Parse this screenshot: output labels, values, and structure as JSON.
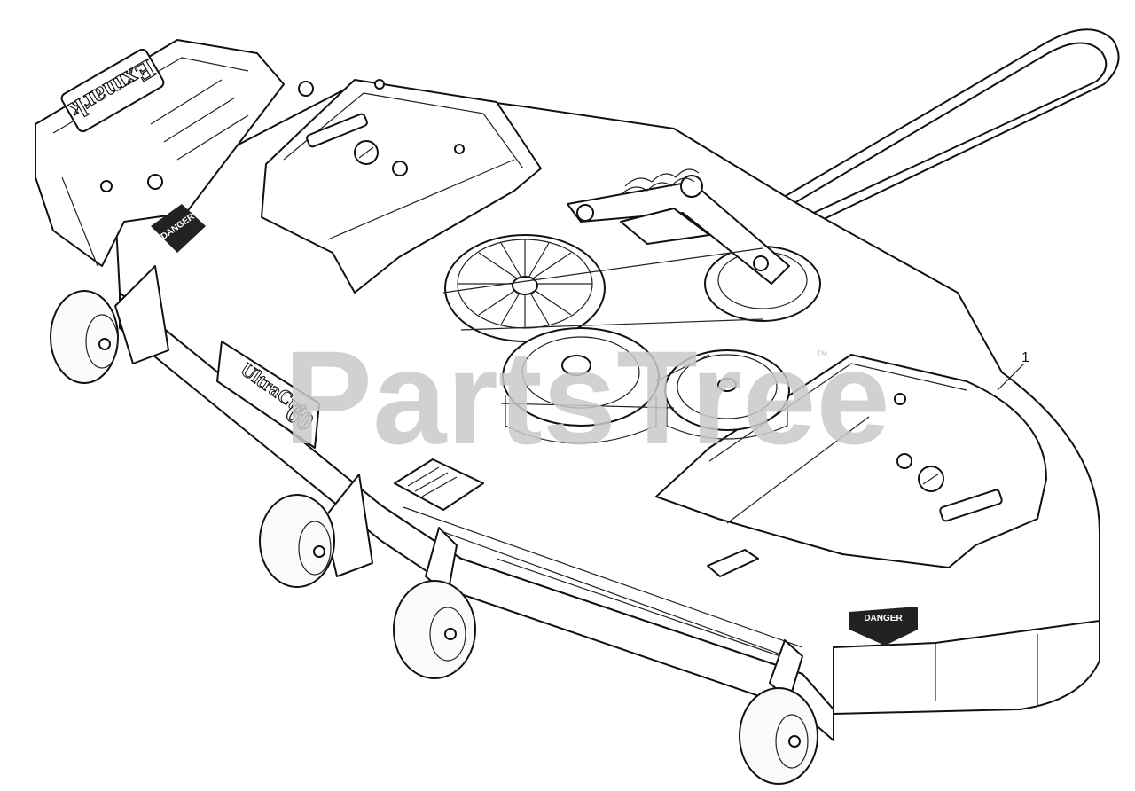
{
  "diagram": {
    "callout_label": "1",
    "watermark": "PartsTree",
    "watermark_tm": "™",
    "brand_logo": "Exmark",
    "deck_label": "UltraCut",
    "deck_size": "60",
    "badge_text": "DANGER"
  }
}
